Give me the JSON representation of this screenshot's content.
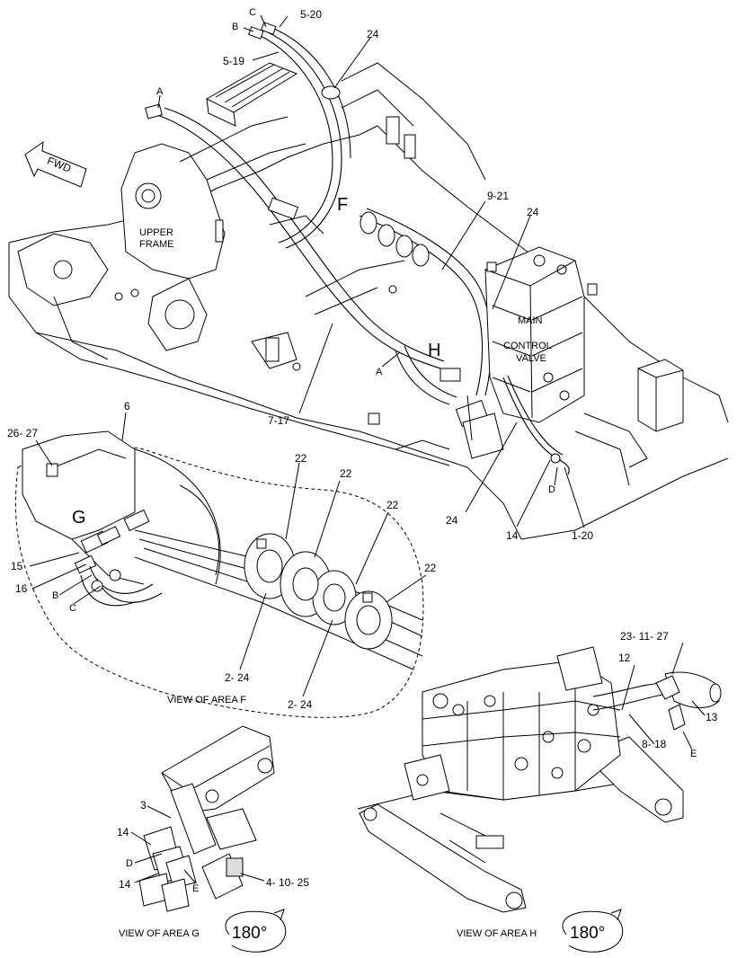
{
  "labels": {
    "c_top": "C",
    "b_top": "B",
    "p5_20": "5-20",
    "p5_19": "5-19",
    "p24_top": "24",
    "a_top": "A",
    "fwd": "FWD",
    "upper_frame_1": "UPPER",
    "upper_frame_2": "FRAME",
    "f_area": "F",
    "p9_21": "9-21",
    "p24_mid": "24",
    "mcv_1": "MAIN",
    "mcv_2": "CONTROL",
    "mcv_3": "VALVE",
    "h_area": "H",
    "a_mid": "A",
    "p7_17": "7-17",
    "p6": "6",
    "p26_27": "26- 27",
    "g_area": "G",
    "p15": "15",
    "p16": "16",
    "b_g": "B",
    "c_g": "C",
    "p24_low": "24",
    "p14_mid": "14",
    "d_mid": "D",
    "p1_20": "1-20",
    "p22_a": "22",
    "p22_b": "22",
    "p22_c": "22",
    "p22_d": "22",
    "p2_24_a": "2- 24",
    "p2_24_b": "2- 24",
    "view_f": "VIEW OF AREA F",
    "p23_11_27": "23- 11- 27",
    "p12": "12",
    "p13": "13",
    "p8_18": "8- 18",
    "e_h": "E",
    "p3": "3",
    "p14_g1": "14",
    "d_g": "D",
    "p14_g2": "14",
    "e_g": "E",
    "p4_10_25": "4- 10- 25",
    "view_g": "VIEW OF AREA G",
    "rot_g": "180°",
    "view_h": "VIEW OF AREA H",
    "rot_h": "180°"
  }
}
